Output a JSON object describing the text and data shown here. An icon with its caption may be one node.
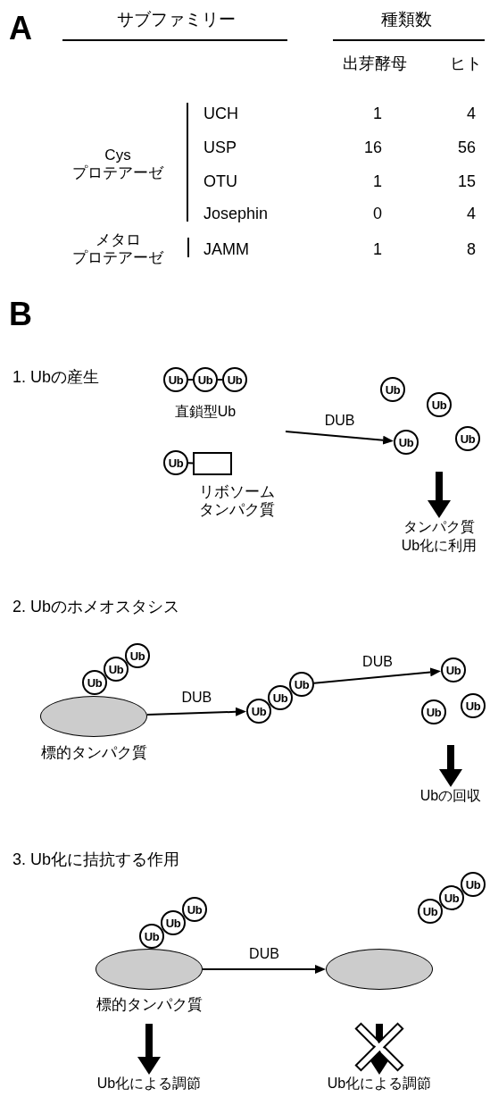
{
  "diagram": {
    "nodes": [
      {
        "text": [
          "Ub"
        ]
      },
      {
        "text": [
          "Ub"
        ]
      },
      {
        "text": [
          "Ub"
        ]
      },
      {
        "text": [
          "Ub"
        ]
      },
      {
        "text": [],
        "shape": "box",
        "beside": [
          "リボソームタンパク質"
        ]
      },
      {
        "text": [
          "Ub"
        ]
      },
      {
        "text": [
          "Ub"
        ]
      },
      {
        "text": [
          "Ub"
        ]
      },
      {
        "text": [
          "Ub"
        ]
      },
      {
        "text": [
          "タンパク質Ub化に利用"
        ]
      },
      {
        "text": [],
        "shape": "ellipse",
        "beside": [
          "標的タンパク質"
        ]
      },
      {
        "text": [
          "Ub"
        ]
      },
      {
        "text": [
          "Ub"
        ]
      },
      {
        "text": [
          "Ub"
        ]
      },
      {
        "text": [
          "Ub"
        ]
      },
      {
        "text": [
          "Ub"
        ]
      },
      {
        "text": [
          "Ub"
        ]
      },
      {
        "text": [
          "Ub"
        ]
      },
      {
        "text": [
          "Ub"
        ]
      },
      {
        "text": [
          "Ub"
        ]
      },
      {
        "text": [
          "Ubの回収"
        ]
      },
      {
        "text": [],
        "shape": "ellipse",
        "beside": [
          "標的タンパク質"
        ]
      },
      {
        "text": [
          "Ub"
        ]
      },
      {
        "text": [
          "Ub"
        ]
      },
      {
        "text": [
          "Ub"
        ]
      },
      {
        "text": [],
        "shape": "ellipse"
      },
      {
        "text": [
          "Ub"
        ]
      },
      {
        "text": [
          "Ub"
        ]
      },
      {
        "text": [
          "Ub"
        ]
      },
      {
        "text": [
          "Ub化による調節"
        ]
      },
      {
        "text": [
          "Ub化による調節"
        ]
      }
    ],
    "edges": [
      {
        "from": 0,
        "to": 1,
        "arrow": "none"
      },
      {
        "from": 1,
        "to": 2,
        "arrow": "none"
      },
      {
        "from": 3,
        "to": 4,
        "arrow": "none"
      },
      {
        "from": null,
        "to": 7,
        "arrow": "to",
        "label": "DUB"
      },
      {
        "from": null,
        "to": 9,
        "arrow": "to",
        "style": "thick"
      },
      {
        "from": 10,
        "to": 14,
        "arrow": "to",
        "label": "DUB"
      },
      {
        "from": 16,
        "to": 17,
        "arrow": "to",
        "label": "DUB"
      },
      {
        "from": null,
        "to": 20,
        "arrow": "to",
        "style": "thick"
      },
      {
        "from": 21,
        "to": 25,
        "arrow": "to",
        "label": "DUB"
      },
      {
        "from": 21,
        "to": 29,
        "arrow": "to",
        "style": "thick"
      },
      {
        "from": null,
        "to": 30,
        "arrow": "to",
        "style": "thick"
      }
    ],
    "labels": [
      "A",
      "サブファミリー",
      "種類数",
      "出芽酵母",
      "ヒト",
      "UCH",
      "1",
      "4",
      "Cys プロテアーゼ",
      "USP",
      "16",
      "56",
      "OTU",
      "1",
      "15",
      "Josephin",
      "0",
      "4",
      "メタロプロテアーゼ",
      "JAMM",
      "1",
      "8",
      "B",
      "1. Ubの産生",
      "直鎖型Ub",
      "2. Ubのホメオスタシス",
      "3. Ub化に拮抗する作用"
    ]
  }
}
